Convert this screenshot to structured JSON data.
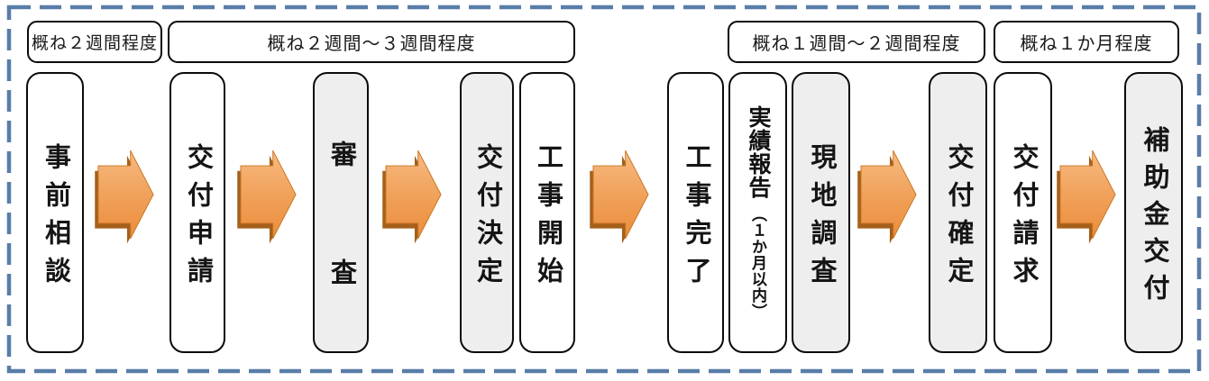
{
  "colors": {
    "arrow_orange": "#EF9A4F",
    "arrow_orange_light": "#F7BA82",
    "arrow_orange_dark": "#EB8C3C",
    "arrow_shadow": "#A4601C",
    "box_gray_fill": "#EEEEEE",
    "box_border": "#0B0B0B",
    "outer_dashed_border": "#587DA8"
  },
  "duration_labels": [
    {
      "text": "概ね２週間程度"
    },
    {
      "text": "概ね２週間～３週間程度"
    },
    {
      "text": "概ね１週間～２週間程度"
    },
    {
      "text": "概ね１か月程度"
    }
  ],
  "steps": [
    {
      "label": "事前相談"
    },
    {
      "label": "交付申請"
    },
    {
      "label": "審査"
    },
    {
      "label": "交付決定"
    },
    {
      "label": "工事開始"
    },
    {
      "label": "工事完了"
    },
    {
      "label": "実績報告",
      "sublabel": "（１か月以内）"
    },
    {
      "label": "現地調査"
    },
    {
      "label": "交付確定"
    },
    {
      "label": "交付請求"
    },
    {
      "label": "補助金交付"
    }
  ]
}
